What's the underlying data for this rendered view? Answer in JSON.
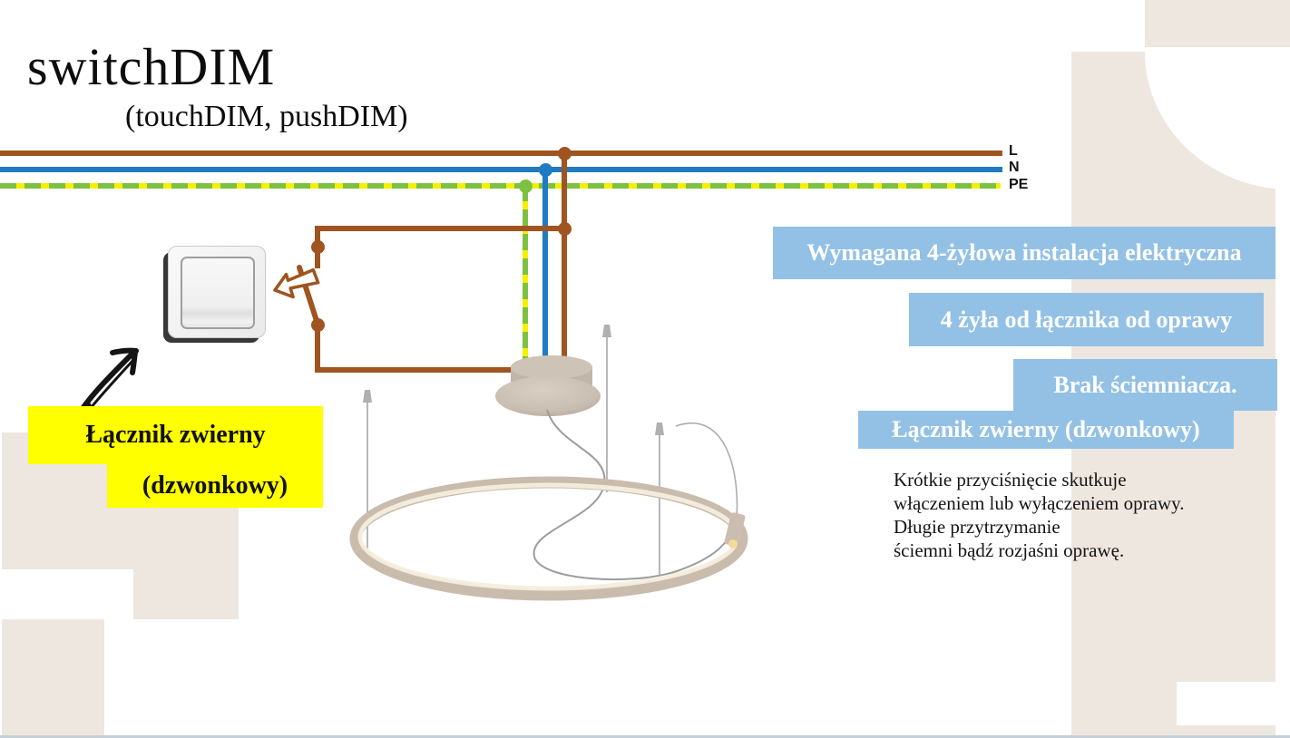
{
  "title": "switchDIM",
  "subtitle": "(touchDIM, pushDIM)",
  "wire_labels": {
    "l": "L",
    "n": "N",
    "pe": "PE"
  },
  "switch_label": {
    "line1": "Łącznik zwierny",
    "line2": "(dzwonkowy)"
  },
  "info_boxes": [
    {
      "text": "Wymagana 4-żyłowa instalacja elektryczna"
    },
    {
      "text": "4 żyła od łącznika od oprawy"
    },
    {
      "text": "Brak ściemniacza."
    },
    {
      "text": "Łącznik zwierny (dzwonkowy)"
    }
  ],
  "description": {
    "line1": "Krótkie przyciśnięcie skutkuje",
    "line2": "włączeniem lub wyłączeniem oprawy.",
    "line3": "Długie przytrzymanie",
    "line4": "ściemni bądź rozjaśni oprawę."
  },
  "colors": {
    "wire_l_brown": "#A0541F",
    "wire_n_blue": "#1F7AC2",
    "wire_pe_green": "#7DC142",
    "wire_pe_yellow": "#F5F000",
    "highlight_yellow": "#FFFF00",
    "info_box_blue": "#93C1E5",
    "background_beige": "#EEE7DF",
    "bottom_bar": "#C5CFD8"
  }
}
